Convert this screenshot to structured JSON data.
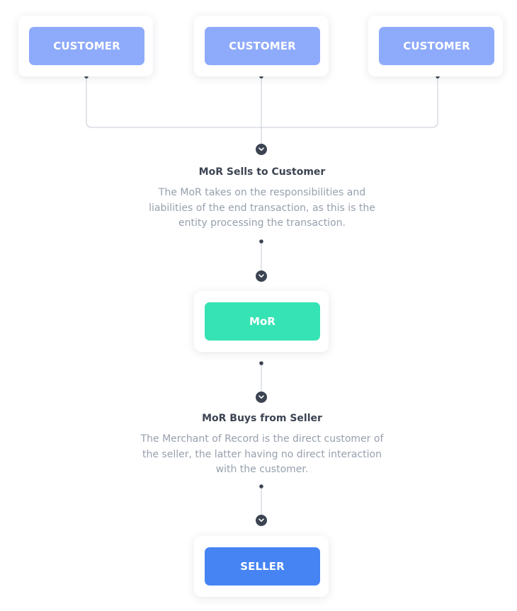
{
  "customers": [
    {
      "label": "CUSTOMER"
    },
    {
      "label": "CUSTOMER"
    },
    {
      "label": "CUSTOMER"
    }
  ],
  "step1": {
    "title": "MoR Sells to Customer",
    "description": "The MoR takes on the responsibilities and liabilities of the end transaction, as this is the entity processing the transaction."
  },
  "mor": {
    "label": "MoR"
  },
  "step2": {
    "title": "MoR Buys from Seller",
    "description": "The Merchant of Record is the direct customer of the seller, the latter having no direct interaction with the customer."
  },
  "seller": {
    "label": "SELLER"
  },
  "colors": {
    "customer": "#8eaafb",
    "mor": "#36e3b5",
    "seller": "#4684f4",
    "connector": "#3c4452",
    "line": "#c6cbd3",
    "description_text": "#97a0ad"
  },
  "icons": {
    "connector_arrow": "chevron-down-icon"
  }
}
